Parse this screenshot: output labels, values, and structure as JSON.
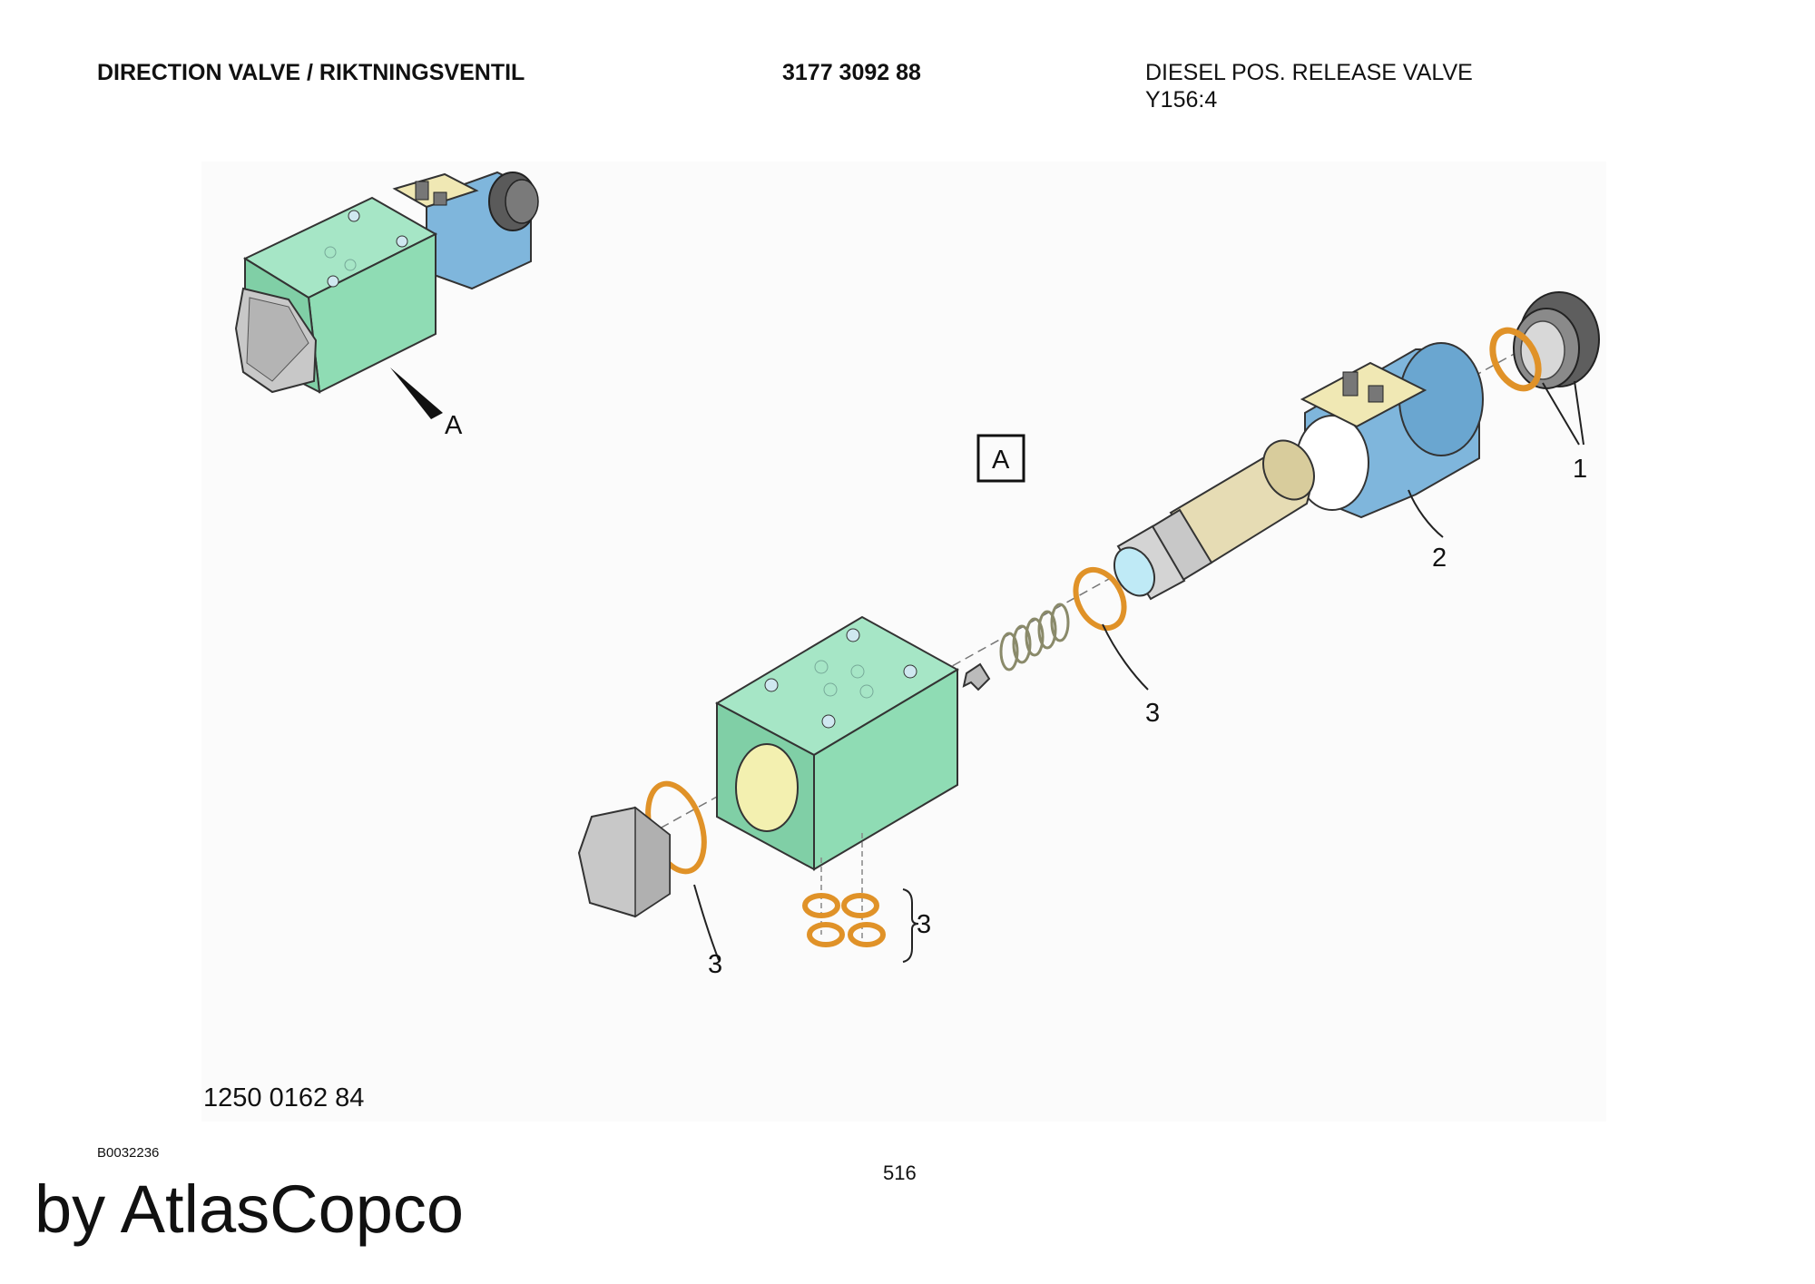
{
  "header": {
    "title": "DIRECTION VALVE / RIKTNINGSVENTIL",
    "doc_number": "3177 3092 88",
    "description_line1": "DIESEL POS. RELEASE VALVE",
    "description_line2": "Y156:4"
  },
  "diagram": {
    "view_marker": "A",
    "detail_box_label": "A",
    "callouts": {
      "item_1": "1",
      "item_2": "2",
      "item_3_upper": "3",
      "item_3_lower_left": "3",
      "item_3_seal_group": "3"
    }
  },
  "footer": {
    "part_number": "1250 0162 84",
    "image_ref": "B0032236",
    "page_number": "516",
    "brand": "by AtlasCopco"
  },
  "colors": {
    "valve_body": "#8fdcb4",
    "solenoid_coil": "#7fb6dc",
    "o_ring": "#f2a54a",
    "plug": "#c8c8c8",
    "cartridge": "#e6dcb4",
    "connector": "#f0e8b4"
  }
}
